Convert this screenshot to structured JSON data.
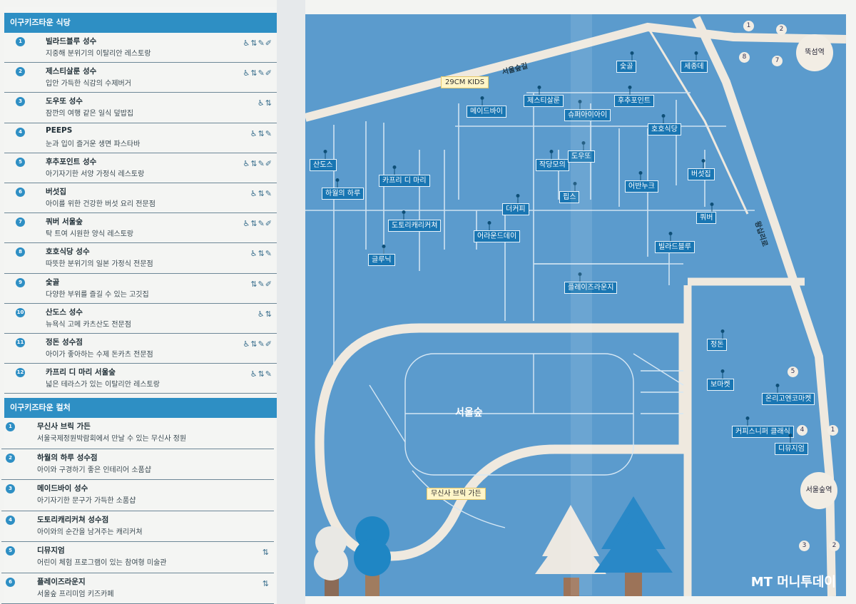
{
  "restaurants_header": "이구키즈타운 식당",
  "restaurants": [
    {
      "num": "1",
      "name": "빌라드블루 성수",
      "desc": "지중해 분위기의 이탈리안 레스토랑",
      "icons": "♿⇅✎✐"
    },
    {
      "num": "2",
      "name": "제스티살룬 성수",
      "desc": "입안 가득한 식감의 수제버거",
      "icons": "♿⇅✎✐"
    },
    {
      "num": "3",
      "name": "도우또 성수",
      "desc": "잠깐의 여행 같은 일식 덮밥집",
      "icons": "♿⇅"
    },
    {
      "num": "4",
      "name": "PEEPS",
      "desc": "눈과 입이 즐거운 생면 파스타바",
      "icons": "♿⇅✎"
    },
    {
      "num": "5",
      "name": "후추포인트 성수",
      "desc": "아기자기한 서양 가정식 레스토랑",
      "icons": "♿⇅✎✐"
    },
    {
      "num": "6",
      "name": "버섯집",
      "desc": "아이를 위한 건강한 버섯 요리 전문점",
      "icons": "♿⇅✎"
    },
    {
      "num": "7",
      "name": "쿼버 서울숲",
      "desc": "탁 트여 시원한 양식 레스토랑",
      "icons": "♿⇅✎✐"
    },
    {
      "num": "8",
      "name": "호호식당 성수",
      "desc": "따뜻한 분위기의 일본 가정식 전문점",
      "icons": "♿⇅✎"
    },
    {
      "num": "9",
      "name": "숯골",
      "desc": "다양한 부위를 즐길 수 있는 고깃집",
      "icons": "⇅✎✐"
    },
    {
      "num": "10",
      "name": "산도스 성수",
      "desc": "뉴욕식 고메 카츠산도 전문점",
      "icons": "♿⇅"
    },
    {
      "num": "11",
      "name": "정돈 성수점",
      "desc": "아이가 좋아하는 수제 돈카츠 전문점",
      "icons": "♿⇅✎✐"
    },
    {
      "num": "12",
      "name": "카프리 디 마리 서울숲",
      "desc": "넓은 테라스가 있는 이탈리안 레스토랑",
      "icons": "♿⇅✎"
    }
  ],
  "culture_header": "이구키즈타운 컬처",
  "culture": [
    {
      "num": "1",
      "name": "무신사 브릭 가든",
      "desc": "서울국제정원박람회에서 만날 수 있는 무신사 정원",
      "icons": ""
    },
    {
      "num": "2",
      "name": "하월의 하루 성수점",
      "desc": "아이와 구경하기 좋은 인테리어 소품샵",
      "icons": ""
    },
    {
      "num": "3",
      "name": "메이드바이 성수",
      "desc": "아기자기한 문구가 가득한 소품샵",
      "icons": ""
    },
    {
      "num": "4",
      "name": "도토리캐리커쳐 성수점",
      "desc": "아이와의 순간을 남겨주는 캐리커쳐",
      "icons": ""
    },
    {
      "num": "5",
      "name": "디뮤지엄",
      "desc": "어린이 체험 프로그램이 있는 참여형 미술관",
      "icons": "⇅"
    },
    {
      "num": "6",
      "name": "플레이즈라운지",
      "desc": "서울숲 프리미엄 키즈카페",
      "icons": "⇅"
    }
  ],
  "map": {
    "labels": {
      "sandos": "산도스",
      "haru": "하월의 하루",
      "capri": "카프리 디 마리",
      "dotori": "도토리캐리커쳐",
      "geulluk": "글루닉",
      "madeby": "메이드바이",
      "jesty": "제스티살룬",
      "hucu": "후추포인트",
      "supaya": "슈퍼아이아이",
      "hoho": "호호식당",
      "sukgol": "숯골",
      "sejongde": "세종데",
      "jakdang": "작당모의",
      "dowoo": "도우또",
      "peeps": "핍스",
      "eobaneuk": "어반누크",
      "beoseot": "버섯집",
      "deoco": "더커피",
      "around": "어라운드데이",
      "kuver": "쿼버",
      "villad": "빌라드블루",
      "plays": "플레이즈라운지",
      "jungdon": "정돈",
      "bomarket": "보마켓",
      "onrigo": "온리고엔코마켓",
      "coffee": "커피스니퍼 클래식",
      "dmuseum": "디뮤지엄"
    },
    "kids29": "29CM KIDS",
    "brick": "무신사 브릭 가든",
    "park": "서울숲",
    "road1": "서울숲길",
    "road2": "왕십리로",
    "station1": "뚝섬역",
    "station2": "서울숲역",
    "exits": {
      "e1": "1",
      "e2": "2",
      "e8": "8",
      "e7": "7",
      "e5": "5",
      "e4": "4",
      "e1b": "1",
      "e3": "3",
      "e2b": "2"
    }
  },
  "watermark": "MT 머니투데이"
}
